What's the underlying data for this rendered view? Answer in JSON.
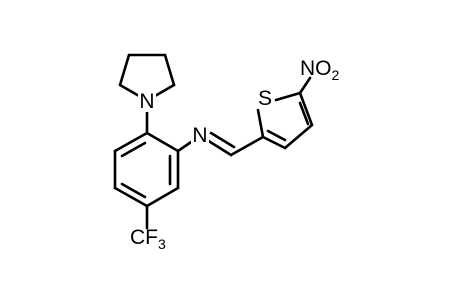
{
  "molecule": {
    "atoms": {
      "pyrrolidine_n": "N",
      "imine_n": "N",
      "thiophene_s": "S",
      "nitro_main": "NO",
      "nitro_sub": "2",
      "cf3_main": "CF",
      "cf3_sub": "3"
    }
  },
  "colors": {
    "bond": "#000000",
    "background": "#ffffff"
  }
}
